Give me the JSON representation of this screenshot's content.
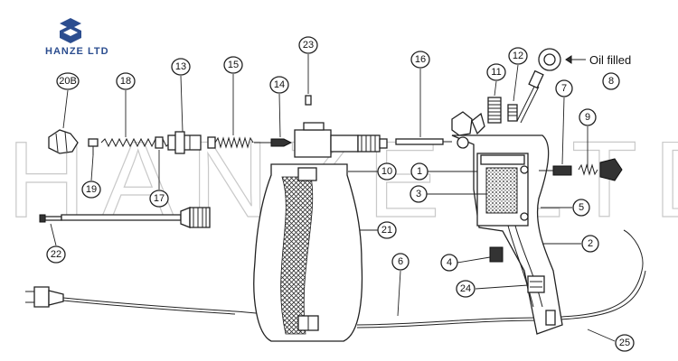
{
  "brand": {
    "name": "HANZE LTD",
    "watermark": "HANZE LTD",
    "logo_color": "#2b4d8f"
  },
  "annotation": {
    "oil_filled": "Oil filled"
  },
  "callouts": [
    {
      "id": "c1",
      "label": "1"
    },
    {
      "id": "c2",
      "label": "2"
    },
    {
      "id": "c3",
      "label": "3"
    },
    {
      "id": "c4",
      "label": "4"
    },
    {
      "id": "c5",
      "label": "5"
    },
    {
      "id": "c6",
      "label": "6"
    },
    {
      "id": "c7",
      "label": "7"
    },
    {
      "id": "c8",
      "label": "8"
    },
    {
      "id": "c9",
      "label": "9"
    },
    {
      "id": "c10",
      "label": "10"
    },
    {
      "id": "c11",
      "label": "11"
    },
    {
      "id": "c12",
      "label": "12"
    },
    {
      "id": "c13",
      "label": "13"
    },
    {
      "id": "c14",
      "label": "14"
    },
    {
      "id": "c15",
      "label": "15"
    },
    {
      "id": "c16",
      "label": "16"
    },
    {
      "id": "c17",
      "label": "17"
    },
    {
      "id": "c18",
      "label": "18"
    },
    {
      "id": "c19",
      "label": "19"
    },
    {
      "id": "c20B",
      "label": "20B"
    },
    {
      "id": "c21",
      "label": "21"
    },
    {
      "id": "c22",
      "label": "22"
    },
    {
      "id": "c23",
      "label": "23"
    },
    {
      "id": "c24",
      "label": "24"
    },
    {
      "id": "c25",
      "label": "25"
    }
  ]
}
